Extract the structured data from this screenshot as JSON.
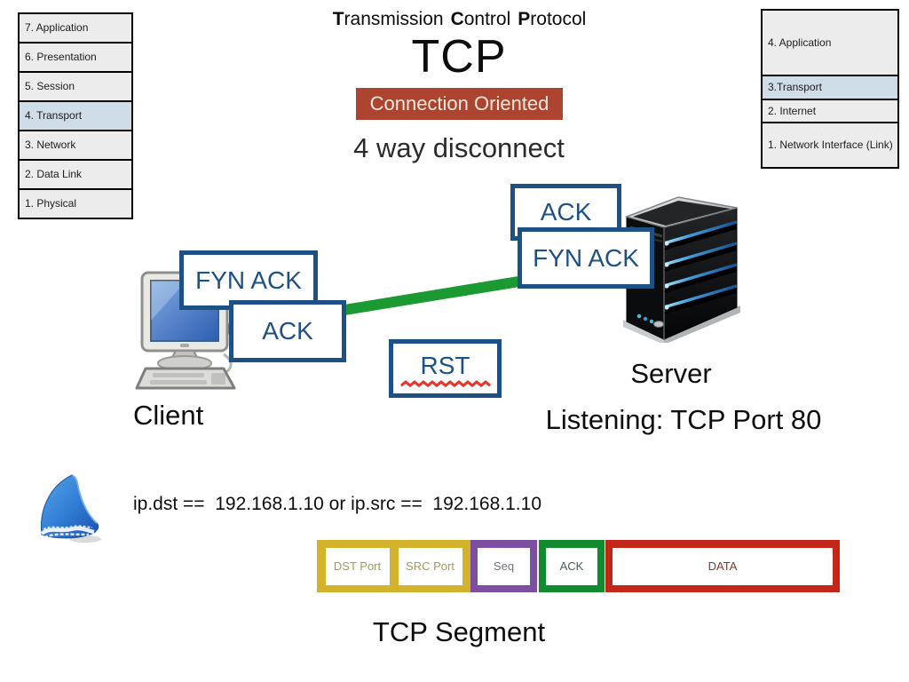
{
  "header": {
    "title_words": [
      "Transmission",
      "Control",
      "Protocol"
    ],
    "acronym": "TCP",
    "badge": "Connection Oriented",
    "subheading": "4 way disconnect"
  },
  "osi": {
    "rows": [
      {
        "label": "7. Application"
      },
      {
        "label": "6. Presentation"
      },
      {
        "label": "5. Session"
      },
      {
        "label": "4. Transport",
        "highlight": "#cfdde9"
      },
      {
        "label": "3. Network"
      },
      {
        "label": "2. Data Link"
      },
      {
        "label": "1. Physical"
      }
    ]
  },
  "tcpip": {
    "rows": [
      {
        "label": "4. Application"
      },
      {
        "label": "3.Transport",
        "highlight": "#cfdde9"
      },
      {
        "label": "2. Internet"
      },
      {
        "label": "1. Network Interface (Link)"
      }
    ]
  },
  "flow": {
    "ack_top": "ACK",
    "fyn_ack_right": "FYN ACK",
    "fyn_ack_left": "FYN ACK",
    "ack_left": "ACK",
    "rst": "RST",
    "client_label": "Client",
    "server_label": "Server",
    "server_sub": "Listening: TCP Port 80"
  },
  "wireshark": {
    "filter": "ip.dst ==  192.168.1.10 or ip.src ==  192.168.1.10"
  },
  "segment": {
    "caption": "TCP Segment",
    "groups": [
      {
        "name": "ports",
        "color": "#d2b32b",
        "cells": [
          {
            "label": "DST Port",
            "text_color": "#a59a4e"
          },
          {
            "label": "SRC Port",
            "text_color": "#a59a4e"
          }
        ]
      },
      {
        "name": "seq",
        "color": "#7c4fa0",
        "cells": [
          {
            "label": "Seq",
            "text_color": "#6f6f7e"
          }
        ]
      },
      {
        "name": "ack",
        "color": "#128a2e",
        "cells": [
          {
            "label": "ACK",
            "text_color": "#47604b"
          }
        ]
      },
      {
        "name": "data",
        "color": "#c3271a",
        "cells": [
          {
            "label": "DATA",
            "text_color": "#7e3a31"
          }
        ]
      }
    ]
  },
  "icons": {
    "client": "desktop-computer-icon",
    "server": "tower-server-icon",
    "wireshark": "wireshark-fin-icon",
    "rst_underline": "red-scribble-underline"
  },
  "colors": {
    "flow_box_blue": "#1d5184",
    "flow_line_green": "#1a9a30",
    "badge_red": "#ad4430",
    "table_fill": "#ececec",
    "table_highlight": "#cfdde9",
    "squiggle_red": "#df392d"
  }
}
